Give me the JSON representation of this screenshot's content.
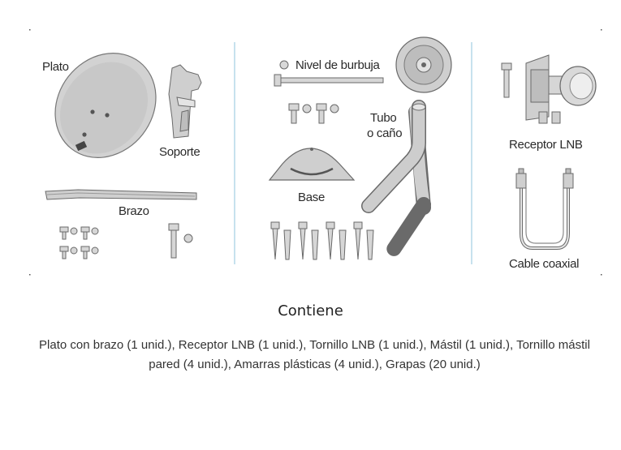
{
  "illustration": {
    "labels": {
      "plato": "Plato",
      "soporte": "Soporte",
      "brazo": "Brazo",
      "nivel": "Nivel de burbuja",
      "tubo_line1": "Tubo",
      "tubo_line2": "o caño",
      "base": "Base",
      "receptor": "Receptor LNB",
      "cable": "Cable coaxial"
    },
    "colors": {
      "divider": "#8fc6dc",
      "part_fill": "#cfcfcf",
      "part_stroke": "#6a6a6a"
    }
  },
  "content": {
    "title": "Contiene",
    "description": "Plato con brazo (1 unid.), Receptor LNB (1 unid.), Tornillo LNB (1 unid.), Mástil (1 unid.), Tornillo mástil pared (4 unid.), Amarras plásticas (4 unid.), Grapas (20 unid.)"
  }
}
